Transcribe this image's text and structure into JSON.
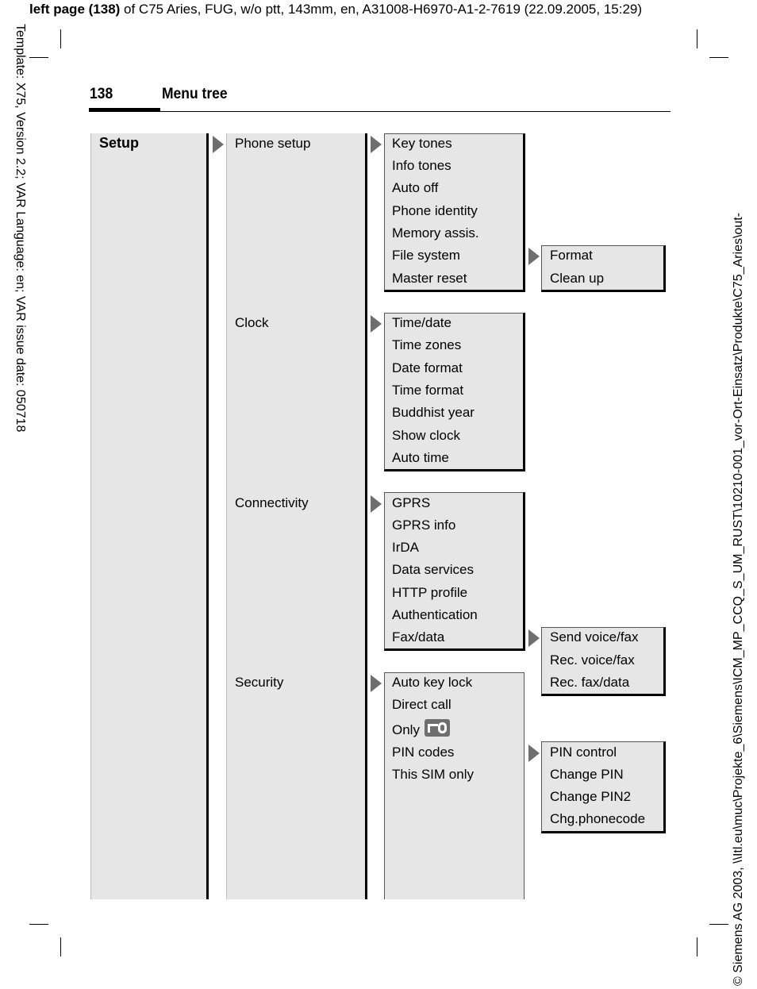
{
  "header": {
    "left_bold": "left page (138)",
    "rest": " of C75 Aries, FUG,  w/o ptt, 143mm, en, A31008-H6970-A1-2-7619 (22.09.2005, 15:29)"
  },
  "side_left": "Template: X75, Version 2.2; VAR Language: en; VAR issue date: 050718",
  "side_right": "© Siemens AG 2003, \\\\Itl.eu\\muc\\Projekte_6\\Siemens\\ICM_MP_CCQ_S_UM_RUST\\10210-001_vor-Ort-Einsatz\\Produkte\\C75_Aries\\out-",
  "page": {
    "number": "138",
    "title": "Menu tree"
  },
  "root": "Setup",
  "groups": [
    {
      "label": "Phone setup",
      "items": [
        "Key tones",
        "Info tones",
        "Auto off",
        "Phone identity",
        "Memory assis.",
        "File system",
        "Master reset"
      ],
      "sub": {
        "parent": "File system",
        "items": [
          "Format",
          "Clean up"
        ]
      }
    },
    {
      "label": "Clock",
      "items": [
        "Time/date",
        "Time zones",
        "Date format",
        "Time format",
        "Buddhist year",
        "Show clock",
        "Auto time"
      ]
    },
    {
      "label": "Connectivity",
      "items": [
        "GPRS",
        "GPRS info",
        "IrDA",
        "Data services",
        "HTTP profile",
        "Authentication",
        "Fax/data"
      ],
      "sub": {
        "parent": "Fax/data",
        "items": [
          "Send voice/fax",
          "Rec. voice/fax",
          "Rec. fax/data"
        ]
      }
    },
    {
      "label": "Security",
      "items": [
        "Auto key lock",
        "Direct call",
        "Only",
        "PIN codes",
        "This SIM only"
      ],
      "key_icon": "key-icon",
      "sub": {
        "parent": "PIN codes",
        "items": [
          "PIN control",
          "Change PIN",
          "Change PIN2",
          "Chg.phonecode"
        ]
      }
    }
  ]
}
